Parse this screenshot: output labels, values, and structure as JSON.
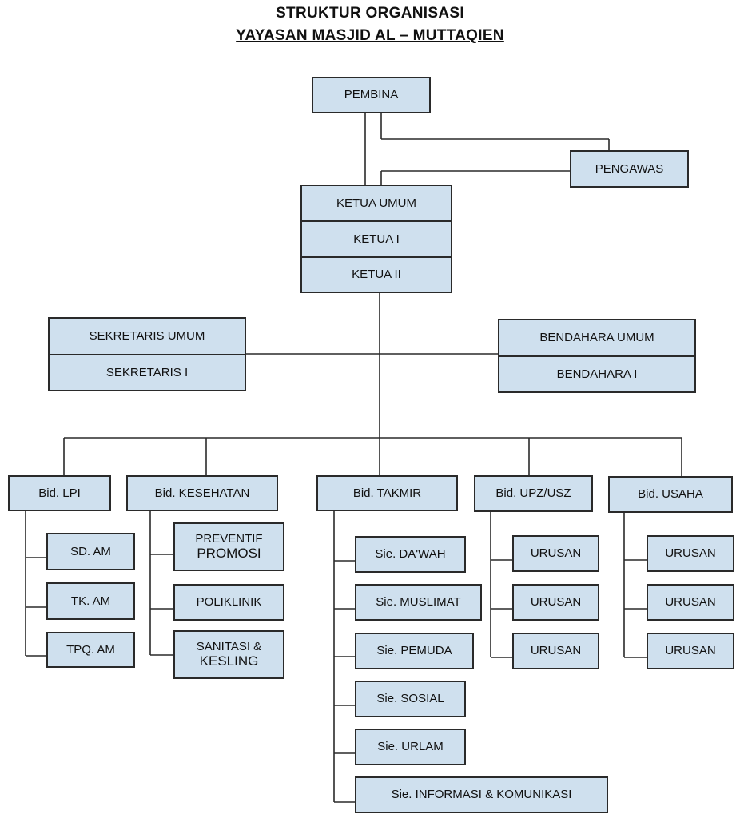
{
  "title": {
    "line1": "STRUKTUR ORGANISASI",
    "line2": "YAYASAN MASJID AL – MUTTAQIEN"
  },
  "pembina": "PEMBINA",
  "pengawas": "PENGAWAS",
  "ketua": {
    "umum": "KETUA UMUM",
    "ketua1": "KETUA I",
    "ketua2": "KETUA II"
  },
  "sekretaris": {
    "umum": "SEKRETARIS UMUM",
    "s1": "SEKRETARIS I"
  },
  "bendahara": {
    "umum": "BENDAHARA UMUM",
    "b1": "BENDAHARA I"
  },
  "bidang": {
    "lpi": {
      "label": "Bid. LPI",
      "items": [
        "SD. AM",
        "TK. AM",
        "TPQ. AM"
      ]
    },
    "kesehatan": {
      "label": "Bid. KESEHATAN",
      "items": [
        {
          "line1": "PREVENTIF",
          "line2": "PROMOSI"
        },
        {
          "line1": "POLIKLINIK"
        },
        {
          "line1": "SANITASI &",
          "line2": "KESLING"
        }
      ]
    },
    "takmir": {
      "label": "Bid. TAKMIR",
      "items": [
        "Sie. DA'WAH",
        "Sie. MUSLIMAT",
        "Sie. PEMUDA",
        "Sie. SOSIAL",
        "Sie. URLAM",
        "Sie. INFORMASI & KOMUNIKASI"
      ]
    },
    "upz": {
      "label": "Bid. UPZ/USZ",
      "items": [
        "URUSAN",
        "URUSAN",
        "URUSAN"
      ]
    },
    "usaha": {
      "label": "Bid. USAHA",
      "items": [
        "URUSAN",
        "URUSAN",
        "URUSAN"
      ]
    }
  }
}
